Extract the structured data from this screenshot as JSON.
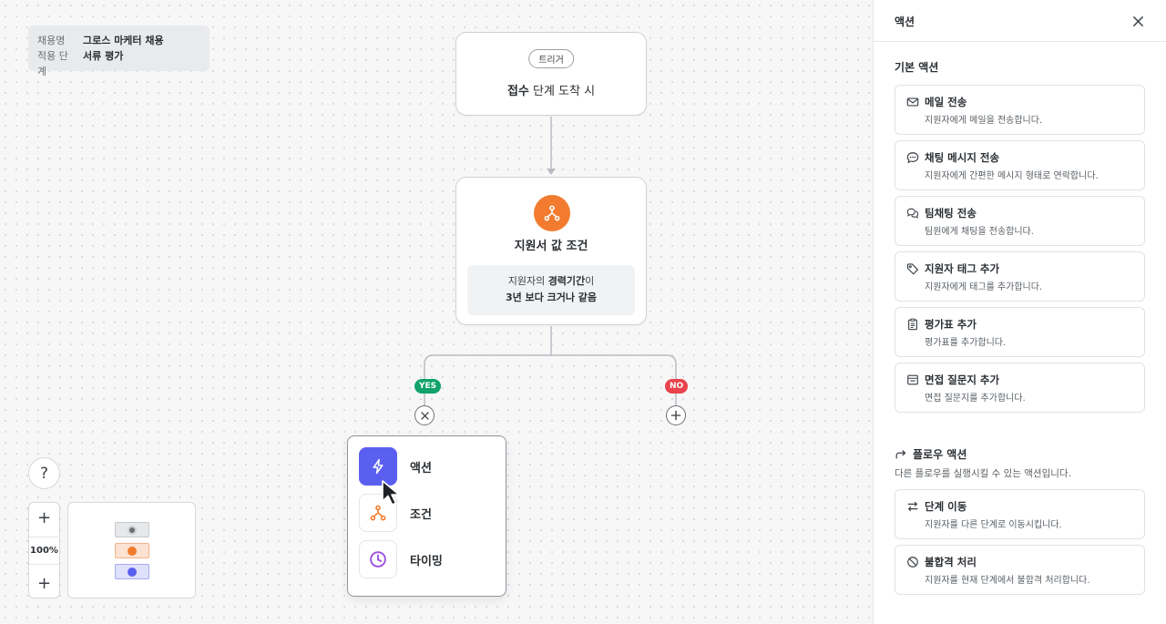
{
  "info": {
    "rows": [
      {
        "key": "채용명",
        "value": "그로스 마케터 채용"
      },
      {
        "key": "적용 단계",
        "value": "서류 평가"
      }
    ]
  },
  "trigger_node": {
    "pill": "트리거",
    "text_bold": "접수",
    "text_rest": " 단계 도착 시"
  },
  "condition_node": {
    "title": "지원서 값 조건",
    "line1_pre": "지원자의 ",
    "line1_bold": "경력기간",
    "line1_post": "이",
    "line2": "3년 보다 크거나 같음"
  },
  "branches": {
    "yes_label": "YES",
    "no_label": "NO"
  },
  "popup_menu": {
    "items": [
      {
        "label": "액션",
        "icon": "lightning-icon"
      },
      {
        "label": "조건",
        "icon": "branch-icon"
      },
      {
        "label": "타이밍",
        "icon": "clock-icon"
      }
    ]
  },
  "controls": {
    "help": "?",
    "zoom_in": "+",
    "zoom_level": "100%",
    "zoom_out": "+"
  },
  "panel": {
    "title": "액션",
    "basic_section": {
      "title": "기본 액션",
      "items": [
        {
          "title": "메일 전송",
          "desc": "지원자에게 메일을 전송합니다.",
          "icon": "mail-icon"
        },
        {
          "title": "채팅 메시지 전송",
          "desc": "지원자에게 간편한 메시지 형태로 연락합니다.",
          "icon": "chat-icon"
        },
        {
          "title": "팀채팅 전송",
          "desc": "팀원에게 채팅을 전송합니다.",
          "icon": "team-chat-icon"
        },
        {
          "title": "지원자 태그 추가",
          "desc": "지원자에게 태그를 추가합니다.",
          "icon": "tag-icon"
        },
        {
          "title": "평가표 추가",
          "desc": "평가표를 추가합니다.",
          "icon": "clipboard-icon"
        },
        {
          "title": "면접 질문지 추가",
          "desc": "면접 질문지를 추가합니다.",
          "icon": "form-icon"
        }
      ]
    },
    "flow_section": {
      "title": "플로우 액션",
      "desc": "다른 플로우를 실행시킬 수 있는 액션입니다.",
      "items": [
        {
          "title": "단계 이동",
          "desc": "지원자를 다른 단계로 이동시킵니다.",
          "icon": "swap-icon"
        },
        {
          "title": "불합격 처리",
          "desc": "지원자를 현재 단계에서 불합격 처리합니다.",
          "icon": "block-icon"
        }
      ]
    }
  },
  "colors": {
    "accent_purple": "#5b5ff0",
    "condition_orange": "#f27b2f",
    "yes_green": "#11a36a",
    "no_red": "#e8424b"
  }
}
